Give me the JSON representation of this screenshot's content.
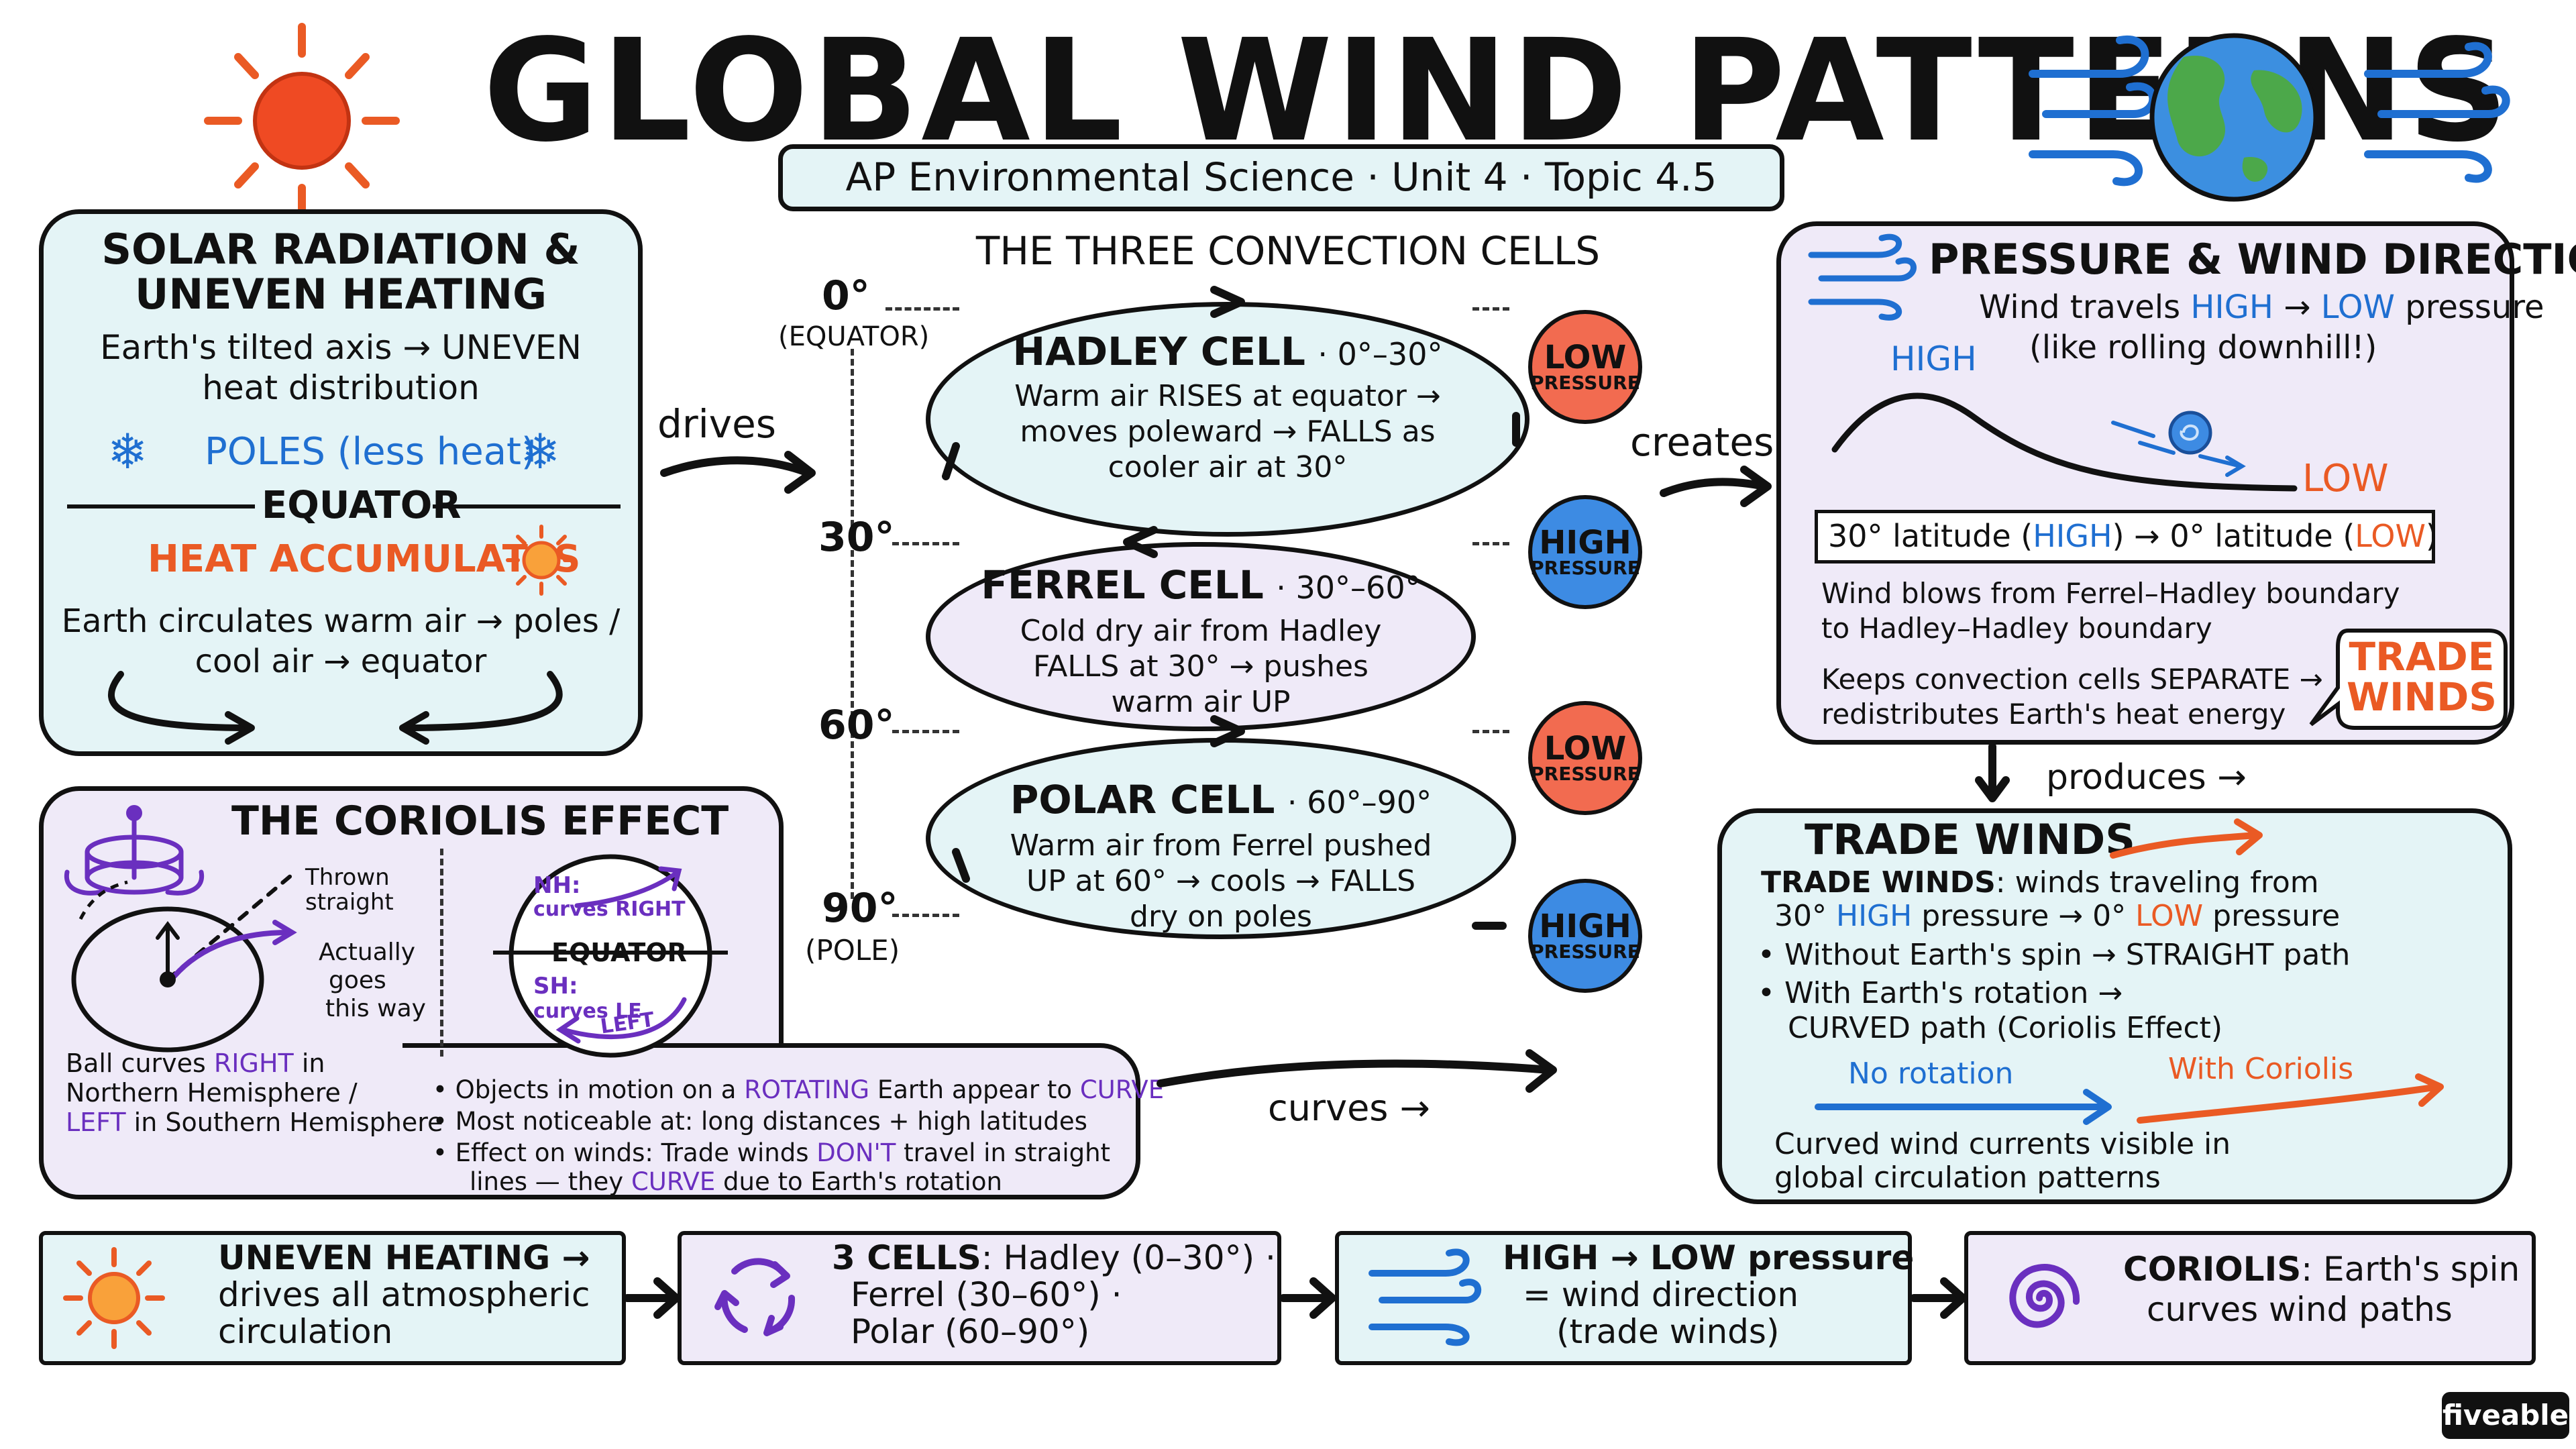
{
  "header": {
    "title": "GLOBAL WIND PATTERNS",
    "subtitle": "AP Environmental Science · Unit 4 · Topic 4.5"
  },
  "solar": {
    "title1": "SOLAR RADIATION &",
    "title2": "UNEVEN HEATING",
    "line1": "Earth's tilted axis → UNEVEN",
    "line2": "heat distribution",
    "poles": "POLES (less heat)",
    "equator": "EQUATOR",
    "heat": "HEAT ACCUMULATES",
    "circ1": "Earth circulates warm air → poles /",
    "circ2": "cool air → equator"
  },
  "flow": {
    "drives": "drives",
    "creates": "creates",
    "produces": "produces →",
    "curves": "curves →"
  },
  "cells": {
    "title": "THE THREE CONVECTION CELLS",
    "lat0": "0°",
    "equator": "(EQUATOR)",
    "lat30": "30°",
    "lat60": "60°",
    "lat90": "90°",
    "pole": "(POLE)",
    "hadley": {
      "name": "HADLEY CELL",
      "range": "· 0°–30°",
      "l1": "Warm air RISES at equator →",
      "l2": "moves poleward → FALLS as",
      "l3": "cooler air at 30°"
    },
    "ferrel": {
      "name": "FERREL CELL",
      "range": "· 30°–60°",
      "l1": "Cold dry air from Hadley",
      "l2": "FALLS at 30° → pushes",
      "l3": "warm air UP"
    },
    "polar": {
      "name": "POLAR CELL",
      "range": "· 60°–90°",
      "l1": "Warm air from Ferrel pushed",
      "l2": "UP at 60° → cools → FALLS",
      "l3": "dry on poles"
    },
    "badges": [
      {
        "big": "LOW",
        "small": "PRESSURE"
      },
      {
        "big": "HIGH",
        "small": "PRESSURE"
      },
      {
        "big": "LOW",
        "small": "PRESSURE"
      },
      {
        "big": "HIGH",
        "small": "PRESSURE"
      }
    ]
  },
  "pressure": {
    "title": "PRESSURE & WIND DIRECTION",
    "travel_a": "Wind travels ",
    "travel_high": "HIGH",
    "travel_arrow": " → ",
    "travel_low": "LOW",
    "travel_b": " pressure",
    "rolling": "(like rolling downhill!)",
    "high": "HIGH",
    "low": "LOW",
    "lat_a": "30° latitude (",
    "lat_high": "HIGH",
    "lat_b": ") → 0° latitude (",
    "lat_low": "LOW",
    "lat_c": ")",
    "blow1": "Wind blows from Ferrel–Hadley boundary",
    "blow2": "to Hadley–Hadley boundary",
    "keep1": "Keeps convection cells SEPARATE →",
    "keep2": "redistributes Earth's heat energy",
    "bubble1": "TRADE",
    "bubble2": "WINDS"
  },
  "coriolis": {
    "title": "THE CORIOLIS EFFECT",
    "thrown1": "Thrown",
    "thrown2": "straight",
    "actually1": "Actually",
    "actually2": "goes",
    "actually3": "this way",
    "nh": "NH:",
    "nh_curves": "curves RIGHT",
    "equator": "EQUATOR",
    "sh": "SH:",
    "sh_curves": "curves LE",
    "sh_left": "LEFT",
    "ball_a": "Ball curves ",
    "ball_right": "RIGHT",
    "ball_b": " in",
    "ball2": "Northern Hemisphere /",
    "ball3_left": "LEFT",
    "ball3": " in Southern Hemisphere",
    "b1_a": "• Objects in motion on a ",
    "b1_rot": "ROTATING",
    "b1_b": " Earth appear to ",
    "b1_curve": "CURVE",
    "b2": "• Most noticeable at: long distances + high latitudes",
    "b3_a": "• Effect on winds: Trade winds ",
    "b3_dont": "DON'T",
    "b3_b": " travel in straight",
    "b4_a": "lines — they ",
    "b4_curve": "CURVE",
    "b4_b": " due to Earth's rotation"
  },
  "trade": {
    "title": "TRADE WINDS",
    "def_a": "TRADE WINDS",
    "def_b": ": winds traveling from",
    "def2_a": "30° ",
    "def2_high": "HIGH",
    "def2_b": " pressure → 0° ",
    "def2_low": "LOW",
    "def2_c": " pressure",
    "b1": "• Without Earth's spin → STRAIGHT path",
    "b2": "• With Earth's rotation →",
    "b3": "CURVED path (Coriolis Effect)",
    "no_rotation": "No rotation",
    "with_coriolis": "With Coriolis",
    "foot1": "Curved wind currents visible in",
    "foot2": "global circulation patterns"
  },
  "summary": [
    {
      "l1": "UNEVEN HEATING →",
      "l2": "drives all atmospheric",
      "l3": "circulation"
    },
    {
      "l1a": "3 CELLS",
      "l1b": ": Hadley (0–30°) ·",
      "l2": "Ferrel (30–60°) ·",
      "l3": "Polar (60–90°)"
    },
    {
      "l1": "HIGH → LOW pressure",
      "l2": "= wind direction",
      "l3": "(trade winds)"
    },
    {
      "l1a": "CORIOLIS",
      "l1b": ": Earth's spin",
      "l2": "curves wind paths"
    }
  ],
  "brand": "fiveable",
  "colors": {
    "blue_panel": "#e4f4f6",
    "lavender_panel": "#efeaf8",
    "accent_blue": "#1f6fd1",
    "accent_orange": "#ea5a24",
    "accent_purple": "#6a2fbf",
    "low_badge": "#f26b50",
    "high_badge": "#3d8be3"
  },
  "icons": [
    "sun-icon",
    "earth-icon",
    "wind-icon",
    "snowflake-icon",
    "carousel-icon",
    "cycle-icon",
    "spiral-icon"
  ]
}
